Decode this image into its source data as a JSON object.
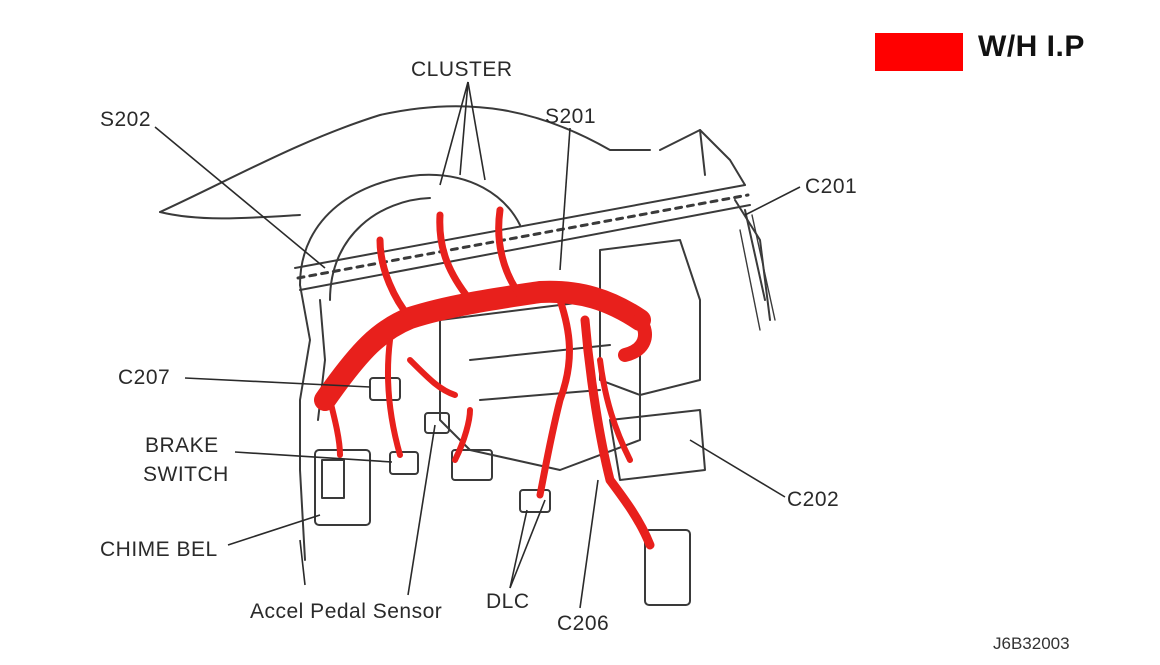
{
  "legend": {
    "label": "W/H I.P",
    "swatch_color": "#ff0000",
    "swatch_icon": "red-color-swatch"
  },
  "labels": {
    "cluster": "CLUSTER",
    "s202": "S202",
    "s201": "S201",
    "c201": "C201",
    "c207": "C207",
    "brake_line1": "BRAKE",
    "brake_line2": "SWITCH",
    "chime_bel": "CHIME BEL",
    "accel_pedal_sensor": "Accel Pedal Sensor",
    "dlc": "DLC",
    "c206": "C206",
    "c202": "C202"
  },
  "figure_code": "J6B32003",
  "colors": {
    "harness": "#e8201c",
    "line": "#3a3a3a"
  }
}
